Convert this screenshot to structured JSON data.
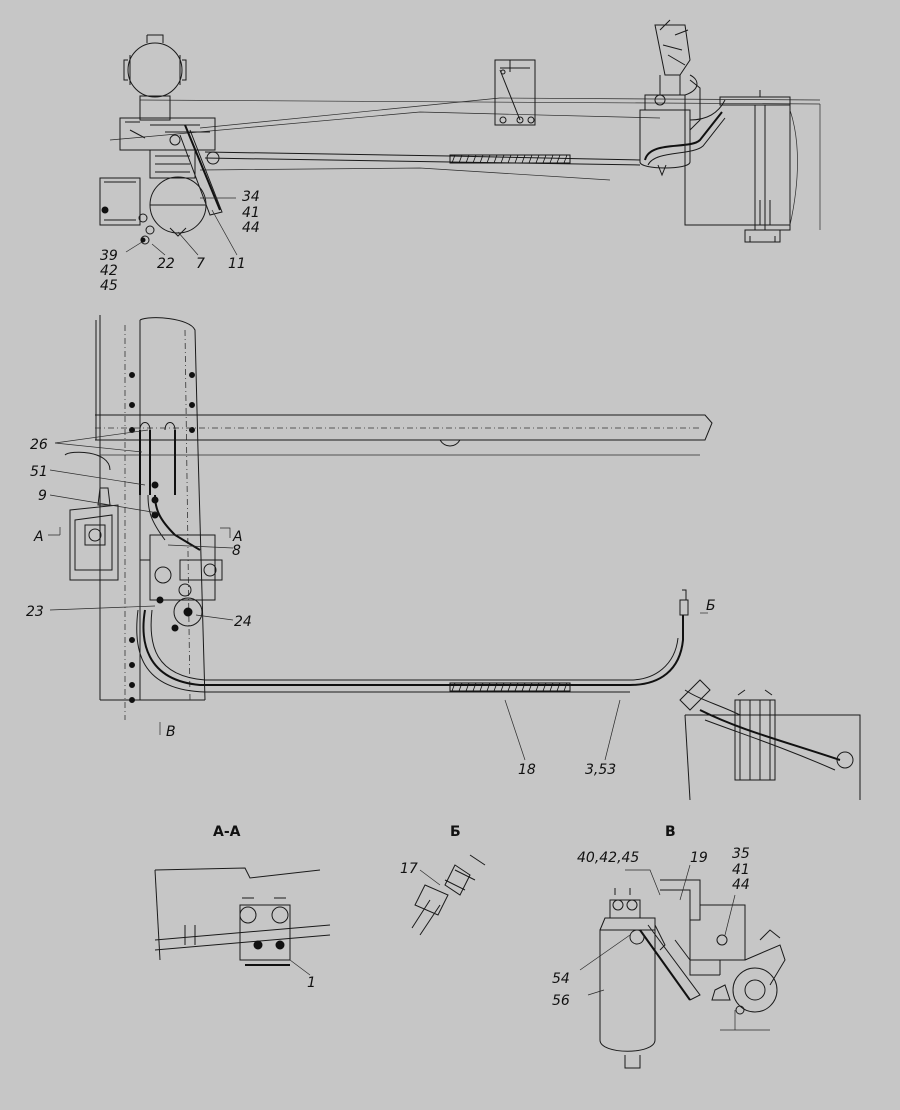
{
  "colors": {
    "background": "#c6c6c6",
    "ink": "#111111"
  },
  "views": {
    "top": {
      "callouts": {
        "c34": "34",
        "c41": "41",
        "c44": "44",
        "c39": "39",
        "c42": "42",
        "c45": "45",
        "c22": "22",
        "c7": "7",
        "c11": "11"
      }
    },
    "plan": {
      "callouts": {
        "c26": "26",
        "c51": "51",
        "c9": "9",
        "c8": "8",
        "c23": "23",
        "c24": "24",
        "c18": "18",
        "c353": "3,53",
        "cA1": "А",
        "cA2": "А",
        "cB": "Б",
        "cV": "В"
      }
    },
    "section_aa": {
      "title": "А-А",
      "callouts": {
        "c1": "1"
      }
    },
    "section_b": {
      "title": "Б",
      "callouts": {
        "c17": "17"
      }
    },
    "section_v": {
      "title": "В",
      "callouts": {
        "c404245": "40,42,45",
        "c19": "19",
        "c35": "35",
        "c41": "41",
        "c44": "44",
        "c54": "54",
        "c56": "56"
      }
    }
  }
}
